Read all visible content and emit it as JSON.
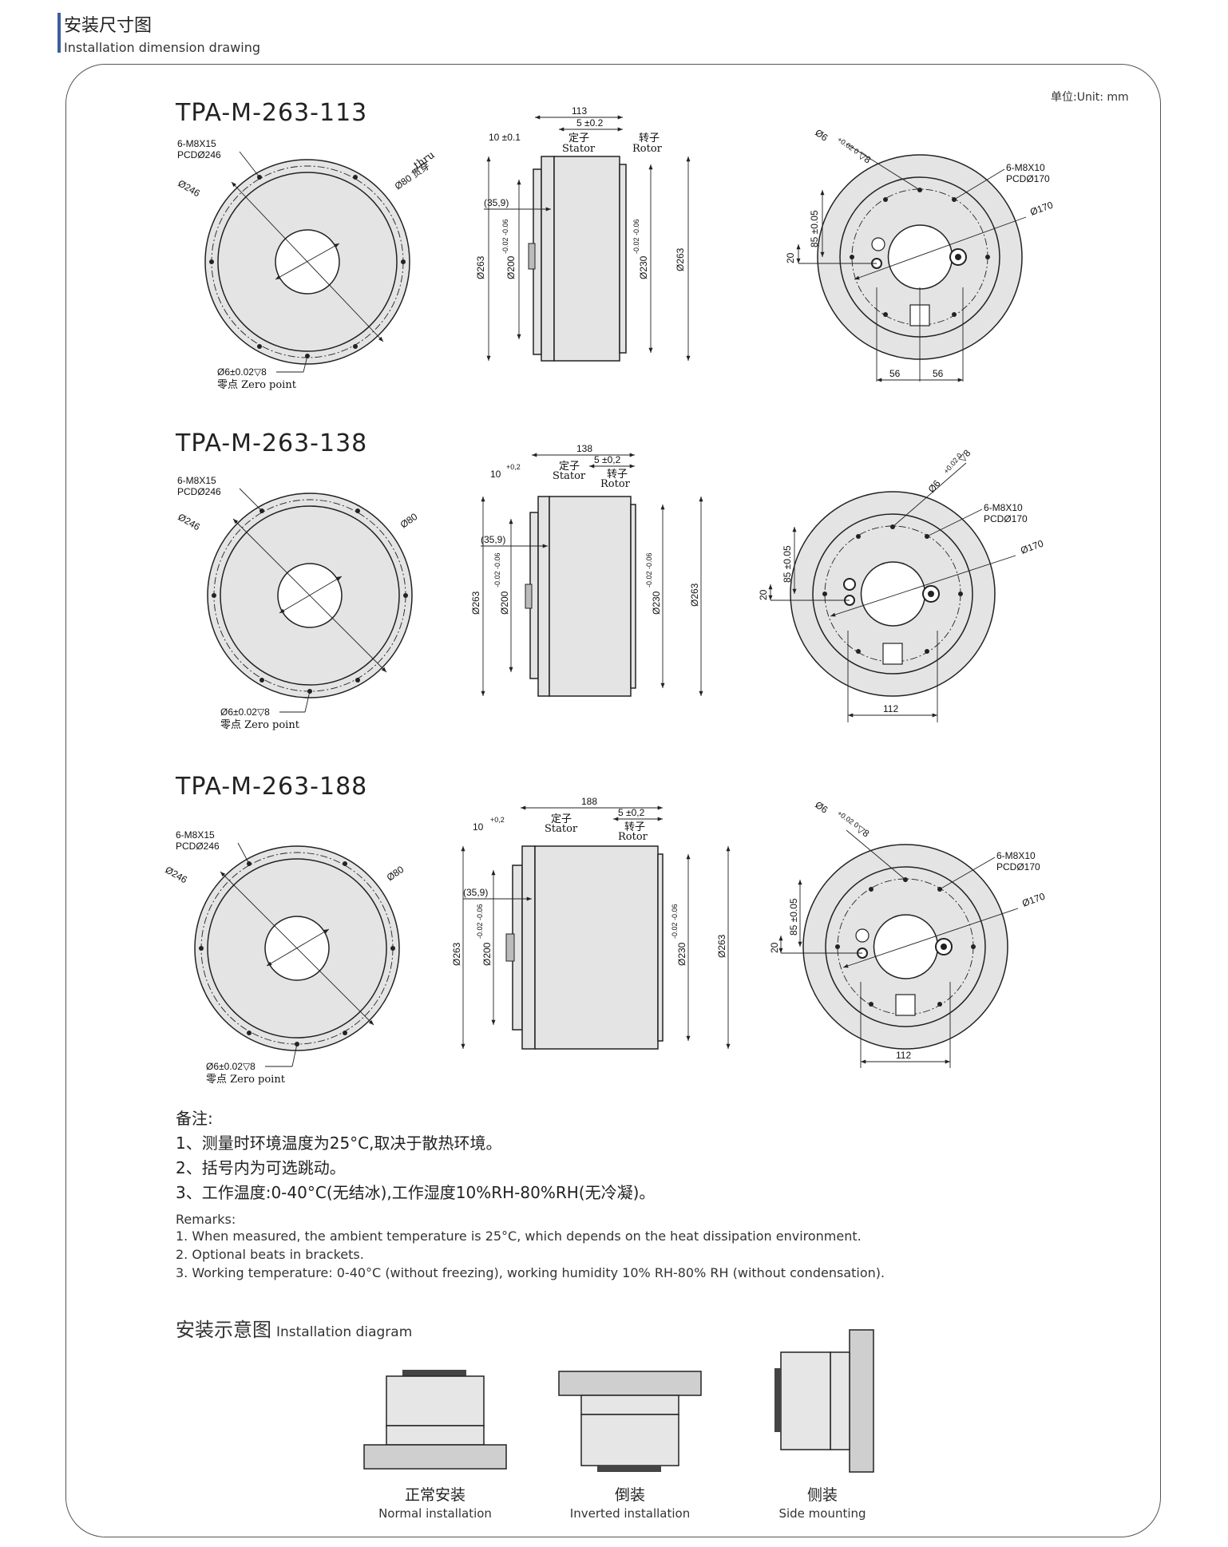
{
  "header": {
    "title_zh": "安装尺寸图",
    "title_en": "Installation dimension drawing"
  },
  "unit": "单位:Unit: mm",
  "drawings": [
    {
      "model": "TPA-M-263-113",
      "front": {
        "holes": "6-M8X15",
        "pcd": "PCDØ246",
        "outer": "Ø246",
        "bore": "Ø80 贯穿",
        "thru": "thru",
        "zero_dim": "Ø6±0.02▽8",
        "zero_label": "零点 Zero point"
      },
      "side": {
        "length": "113",
        "stator_gap": "10 ±0.1",
        "rotor_gap": "5 ±0.2",
        "stator_zh": "定子",
        "stator_en": "Stator",
        "rotor_zh": "转子",
        "rotor_en": "Rotor",
        "opt": "(35,9)",
        "d_outer": "Ø263",
        "d_200": "Ø200",
        "d_230": "Ø230",
        "tol": "-0.02 -0.06",
        "d_right": "Ø263"
      },
      "back": {
        "pin": "Ø6",
        "pin_tol": "+0.02 0",
        "pin_depth": "▽8",
        "holes": "6-M8X10",
        "pcd": "PCDØ170",
        "d170": "Ø170",
        "v1": "85 ±0.05",
        "v2": "20",
        "w1": "56",
        "w2": "56"
      }
    },
    {
      "model": "TPA-M-263-138",
      "front": {
        "holes": "6-M8X15",
        "pcd": "PCDØ246",
        "outer": "Ø246",
        "bore": "Ø80",
        "zero_dim": "Ø6±0.02▽8",
        "zero_label": "零点 Zero point"
      },
      "side": {
        "length": "138",
        "stator_gap": "10",
        "stator_tol": "+0,2",
        "rotor_gap": "5 ±0,2",
        "stator_zh": "定子",
        "stator_en": "Stator",
        "rotor_zh": "转子",
        "rotor_en": "Rotor",
        "opt": "(35,9)",
        "d_outer": "Ø263",
        "d_200": "Ø200",
        "d_230": "Ø230",
        "tol": "-0.02 -0.06",
        "d_right": "Ø263"
      },
      "back": {
        "pin": "Ø6",
        "pin_tol": "+0.02 0",
        "pin_depth": "▽8",
        "holes": "6-M8X10",
        "pcd": "PCDØ170",
        "d170": "Ø170",
        "v1": "85 ±0.05",
        "v2": "20",
        "w": "112"
      }
    },
    {
      "model": "TPA-M-263-188",
      "front": {
        "holes": "6-M8X15",
        "pcd": "PCDØ246",
        "outer": "Ø246",
        "bore": "Ø80",
        "zero_dim": "Ø6±0.02▽8",
        "zero_label": "零点 Zero point"
      },
      "side": {
        "length": "188",
        "stator_gap": "10",
        "stator_tol": "+0,2",
        "rotor_gap": "5 ±0,2",
        "stator_zh": "定子",
        "stator_en": "Stator",
        "rotor_zh": "转子",
        "rotor_en": "Rotor",
        "opt": "(35,9)",
        "d_outer": "Ø263",
        "d_200": "Ø200",
        "d_230": "Ø230",
        "tol": "-0.02 -0.06",
        "d_right": "Ø263"
      },
      "back": {
        "pin": "Ø6",
        "pin_tol": "+0.02 0",
        "pin_depth": "▽8",
        "holes": "6-M8X10",
        "pcd": "PCDØ170",
        "d170": "Ø170",
        "v1": "85 ±0.05",
        "v2": "20",
        "w": "112"
      }
    }
  ],
  "notes": {
    "zh_title": "备注:",
    "zh": [
      "1、测量时环境温度为25°C,取决于散热环境。",
      "2、括号内为可选跳动。",
      "3、工作温度:0-40°C(无结冰),工作湿度10%RH-80%RH(无冷凝)。"
    ],
    "en_title": "Remarks:",
    "en": [
      "1. When measured, the ambient temperature is 25°C, which depends on the heat dissipation environment.",
      "2. Optional beats in brackets.",
      "3. Working temperature: 0-40°C (without freezing), working humidity 10% RH-80% RH (without condensation)."
    ]
  },
  "install": {
    "title_zh": "安装示意图",
    "title_en": "Installation diagram",
    "items": [
      {
        "zh": "正常安装",
        "en": "Normal installation"
      },
      {
        "zh": "倒装",
        "en": "Inverted installation"
      },
      {
        "zh": "侧装",
        "en": "Side mounting"
      }
    ]
  }
}
